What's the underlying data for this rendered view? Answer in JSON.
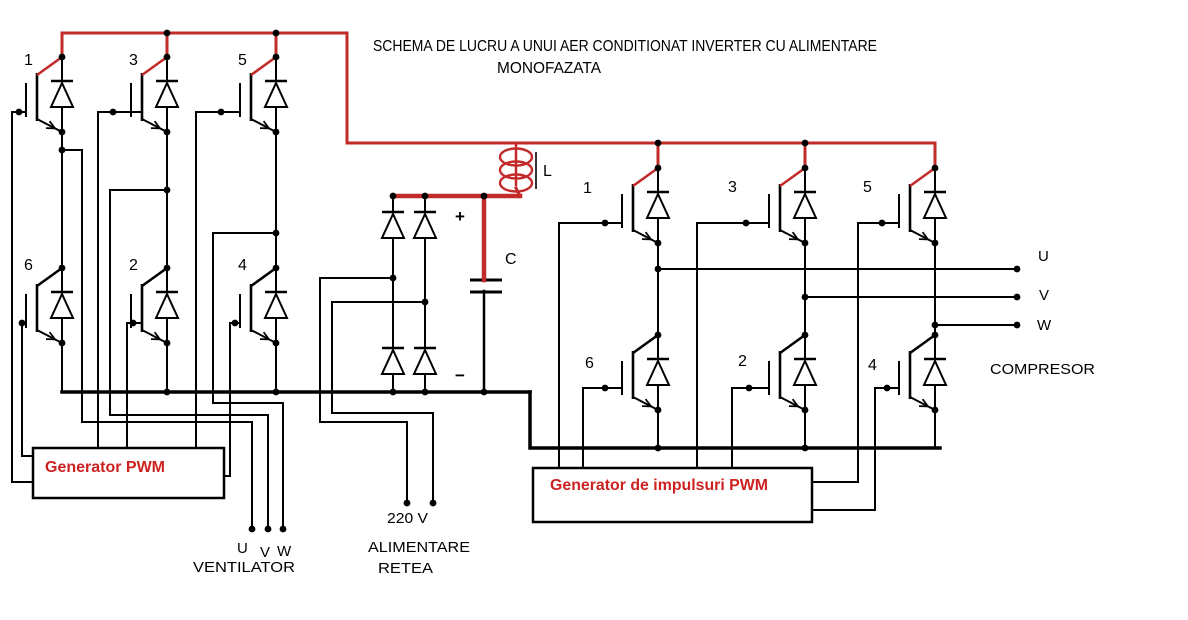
{
  "title": {
    "line1": "SCHEMA DE LUCRU A UNUI AER CONDITIONAT INVERTER CU ALIMENTARE",
    "line2": "MONOFAZATA"
  },
  "colors": {
    "wire_black": "#000000",
    "wire_red": "#c32b2b",
    "label_red": "#cc2222",
    "background": "#ffffff"
  },
  "fan_inverter": {
    "transistors": [
      "1",
      "3",
      "5",
      "6",
      "2",
      "4"
    ],
    "pwm_box_label": "Generator PWM",
    "phase_terminals": [
      "U",
      "V",
      "W"
    ],
    "load_label": "VENTILATOR"
  },
  "compressor_inverter": {
    "transistors": [
      "1",
      "3",
      "5",
      "6",
      "2",
      "4"
    ],
    "pwm_box_label": "Generator de impulsuri PWM",
    "phase_terminals": [
      "U",
      "V",
      "W"
    ],
    "load_label": "COMPRESOR"
  },
  "power_supply": {
    "voltage_label": "220 V",
    "supply_label_line1": "ALIMENTARE",
    "supply_label_line2": "RETEA",
    "inductor_label": "L",
    "capacitor_label": "C",
    "dc_plus_label": "+",
    "dc_minus_label": "−"
  }
}
